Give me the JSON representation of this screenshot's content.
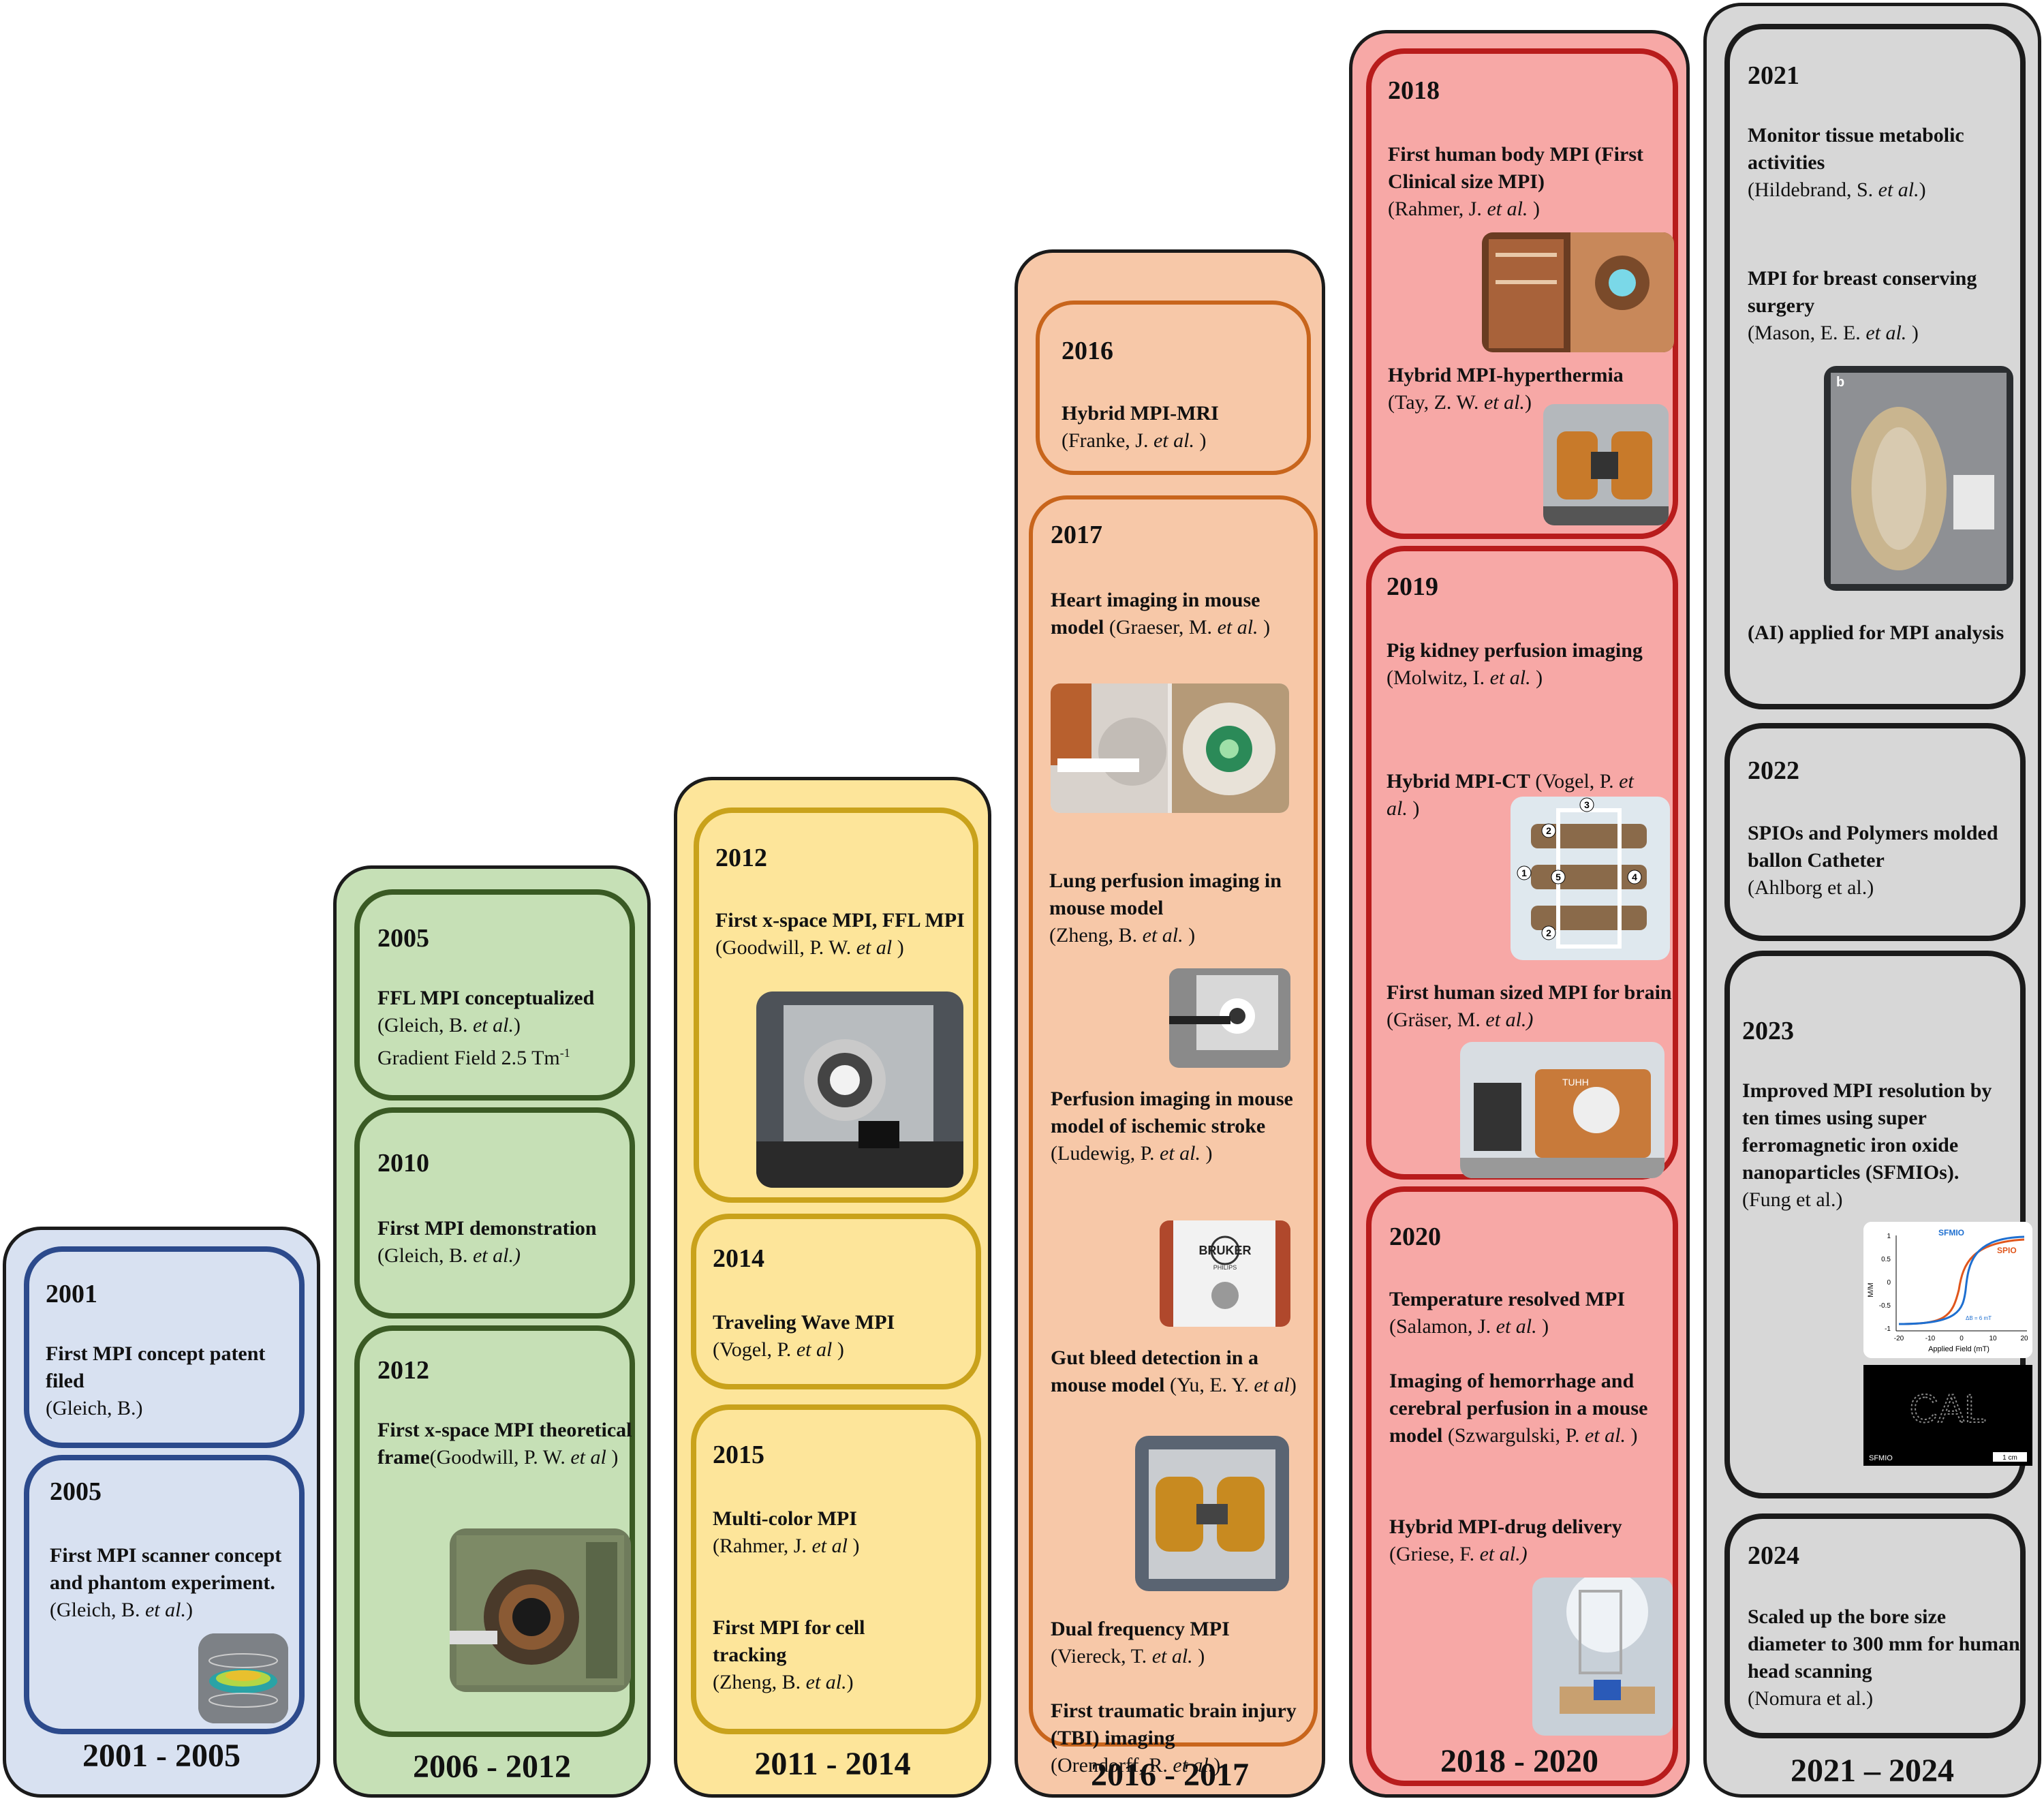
{
  "colors": {
    "c1_bg": "#d8e1f1",
    "c1_border": "#2c4a8c",
    "c2_bg": "#c6e0b6",
    "c2_border": "#3a5a24",
    "c3_bg": "#fde59a",
    "c3_border": "#c9a21b",
    "c4_bg": "#f7c8a8",
    "c4_border": "#c8651c",
    "c5_bg": "#f7a8a6",
    "c5_border": "#b81c1c",
    "c6_bg": "#d7d7d7",
    "c6_border": "#1b1b1b"
  },
  "periods": [
    "2001 - 2005",
    "2006 - 2012",
    "2011 - 2014",
    "2016 - 2017",
    "2018 - 2020",
    "2021 – 2024"
  ],
  "years": {
    "c1a": "2001",
    "c1b": "2005",
    "c2a": "2005",
    "c2b": "2010",
    "c2c": "2012",
    "c3a": "2012",
    "c3b": "2014",
    "c3c": "2015",
    "c4a": "2016",
    "c4b": "2017",
    "c5a": "2018",
    "c5b": "2019",
    "c5c": "2020",
    "c6a": "2021",
    "c6b": "2022",
    "c6c": "2023",
    "c6d": "2024"
  },
  "entries": {
    "c1a1": {
      "title": "First MPI concept patent filed",
      "ref": "(Gleich, B.)"
    },
    "c1b1": {
      "title": "First MPI scanner concept and phantom experiment.",
      "ref_a": "(Gleich, B.",
      "ref_em": "et al.",
      "ref_b": ")"
    },
    "c2a1": {
      "title": "FFL MPI conceptualized",
      "ref_a": "(Gleich, B.",
      "ref_em": "et al.",
      "ref_b": ")",
      "extra": "Gradient Field  2.5 Tm",
      "extra_sup": "-1"
    },
    "c2b1": {
      "title": "First MPI demonstration",
      "ref_a": "(Gleich, B.",
      "ref_em": "et al.)",
      "ref_b": ""
    },
    "c2c1": {
      "title": "First x-space MPI theoretical frame",
      "ref_a": "(Goodwill, P. W.",
      "ref_em": "et al",
      "ref_b": " )"
    },
    "c3a1": {
      "title": "First x-space MPI, FFL MPI",
      "ref_a": " (Goodwill, P. W.",
      "ref_em": "et al",
      "ref_b": " )"
    },
    "c3b1": {
      "title": "Traveling Wave MPI",
      "ref_a": "(Vogel, P.",
      "ref_em": "et al",
      "ref_b": " )"
    },
    "c3c1": {
      "title": "Multi-color MPI",
      "ref_a": "(Rahmer, J.",
      "ref_em": "et al",
      "ref_b": " )"
    },
    "c3c2": {
      "title": "First MPI for cell tracking",
      "ref_a": "(Zheng, B.",
      "ref_em": "et al.",
      "ref_b": ")"
    },
    "c4a1": {
      "title": "Hybrid MPI-MRI",
      "ref_a": "(Franke, J.",
      "ref_em": "et al.",
      "ref_b": " )"
    },
    "c4b1": {
      "title": "Heart imaging in mouse model",
      "ref_a": " (Graeser, M.",
      "ref_em": "et al.",
      "ref_b": " )"
    },
    "c4b2": {
      "title": "Lung perfusion imaging in mouse model",
      "ref_a": "(Zheng, B. ",
      "ref_em": "et al.",
      "ref_b": " )"
    },
    "c4b3": {
      "title": "Perfusion imaging in mouse model of ischemic stroke",
      "ref_a": "(Ludewig, P.",
      "ref_em": "et al.",
      "ref_b": " )"
    },
    "c4b4": {
      "title": "Gut bleed detection in a mouse model",
      "ref_a": " (Yu, E. Y.",
      "ref_em": "et al",
      "ref_b": ")"
    },
    "c4b5": {
      "title": "Dual frequency MPI",
      "ref_a": "(Viereck, T.",
      "ref_em": "et al.",
      "ref_b": " )"
    },
    "c4b6": {
      "title": "First traumatic brain injury (TBI) imaging",
      "ref_a": "(Orendorff, R.",
      "ref_em": "et al.",
      "ref_b": ")"
    },
    "c5a1": {
      "title": "First human body MPI (First Clinical size MPI)",
      "ref_a": "(Rahmer, J.",
      "ref_em": "et al.",
      "ref_b": " )"
    },
    "c5a2": {
      "title": "Hybrid MPI-hyperthermia",
      "ref_a": "(Tay, Z. W.",
      "ref_em": "et al.",
      "ref_b": ")"
    },
    "c5b1": {
      "title": "Pig kidney perfusion imaging",
      "ref_a": "(Molwitz, I.",
      "ref_em": "et al.",
      "ref_b": " )"
    },
    "c5b2": {
      "title": "Hybrid MPI-CT",
      "ref_a": " (Vogel, P.",
      "ref_em": "et al.",
      "ref_b": " )"
    },
    "c5b3": {
      "title": "First human sized MPI for brain",
      "ref_a": " (Gräser, M.",
      "ref_em": "et al.)",
      "ref_b": ""
    },
    "c5c1": {
      "title": "Temperature resolved MPI",
      "ref_a": "(Salamon, J.",
      "ref_em": "et al.",
      "ref_b": " )"
    },
    "c5c2": {
      "title": "Imaging of hemorrhage and cerebral perfusion in a mouse model",
      "ref_a": " (Szwargulski, P.",
      "ref_em": "et al.",
      "ref_b": " )"
    },
    "c5c3": {
      "title": "Hybrid MPI-drug delivery",
      "ref_a": "(Griese, F.",
      "ref_em": "et al.)",
      "ref_b": ""
    },
    "c6a1": {
      "title": "Monitor tissue metabolic activities",
      "ref_a": " (Hildebrand, S.",
      "ref_em": "et al.",
      "ref_b": ")"
    },
    "c6a2": {
      "title": "MPI for breast conserving surgery",
      "ref_a": " (Mason, E. E.",
      "ref_em": "et al.",
      "ref_b": " )"
    },
    "c6a3": {
      "title": "(AI) applied for MPI analysis"
    },
    "c6b1": {
      "title": "SPIOs and Polymers molded ballon Catheter",
      "ref": "(Ahlborg et al.)"
    },
    "c6c1": {
      "title": "Improved MPI resolution by ten times using super ferromagnetic iron oxide nanoparticles (SFMIOs).",
      "ref": "(Fung et al.)"
    },
    "c6d1": {
      "title": "Scaled up the bore size diameter to 300 mm for human head scanning",
      "ref": "(Nomura et al.)"
    }
  },
  "figure_labels": {
    "sfmio_curve": "SFMIO",
    "spio_curve": "SPIO",
    "axis_x": "Applied Field (mT)",
    "axis_y": "M/M",
    "tick_y": [
      "1",
      "0.5",
      "0",
      "-0.5",
      "-1"
    ],
    "tick_x": [
      "-20",
      "-10",
      "0",
      "10",
      "20"
    ],
    "delta": "ΔB = 6 mT",
    "image_text": "CAL",
    "image_caption": "SFMIO",
    "scale": "1 cm",
    "panel_b": "b",
    "bruker": "BRUKER",
    "philips": "PHILIPS",
    "tuhh": "TUHH",
    "markers": [
      "1",
      "2",
      "3",
      "4",
      "5",
      "2"
    ]
  }
}
